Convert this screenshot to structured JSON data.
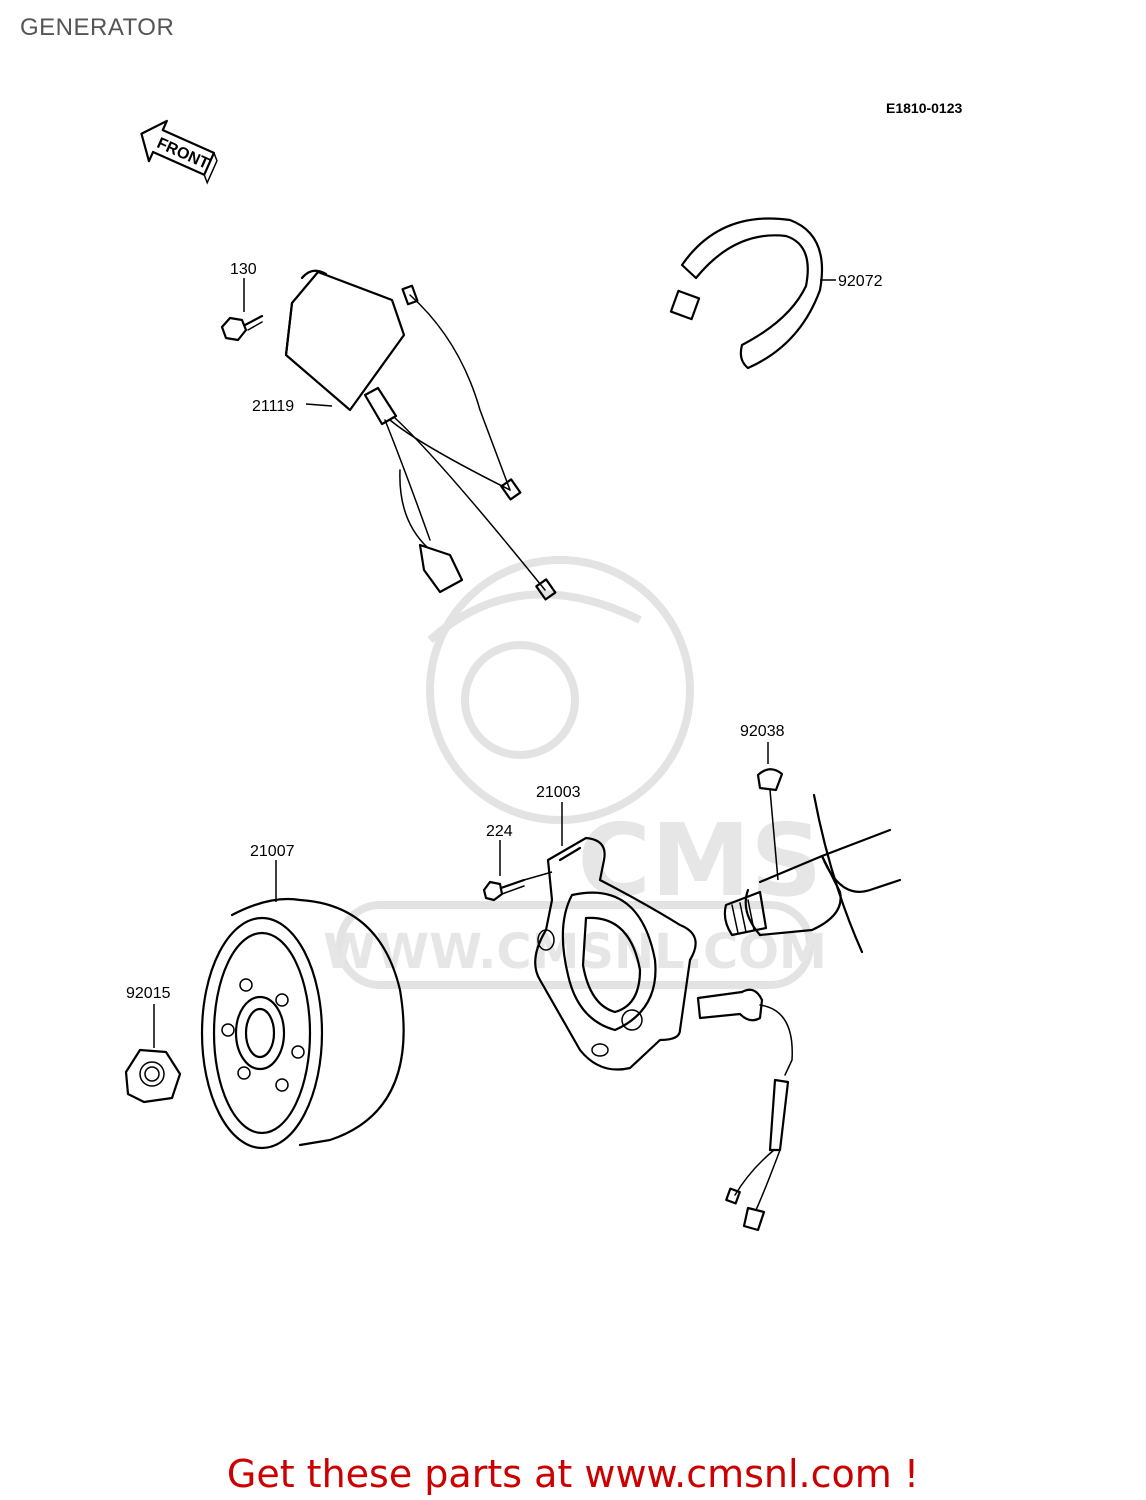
{
  "page": {
    "title": "GENERATOR",
    "diagram_code": "E1810-0123"
  },
  "direction_arrow": {
    "label": "FRONT"
  },
  "watermark": {
    "brand": "CMS",
    "url": "WWW.CMSNL.COM"
  },
  "parts": [
    {
      "number": "130"
    },
    {
      "number": "21119"
    },
    {
      "number": "92072"
    },
    {
      "number": "92038"
    },
    {
      "number": "21003"
    },
    {
      "number": "224"
    },
    {
      "number": "21007"
    },
    {
      "number": "92015"
    }
  ],
  "footer": {
    "text": "Get these parts at www.cmsnl.com !",
    "color": "#cc0000"
  }
}
